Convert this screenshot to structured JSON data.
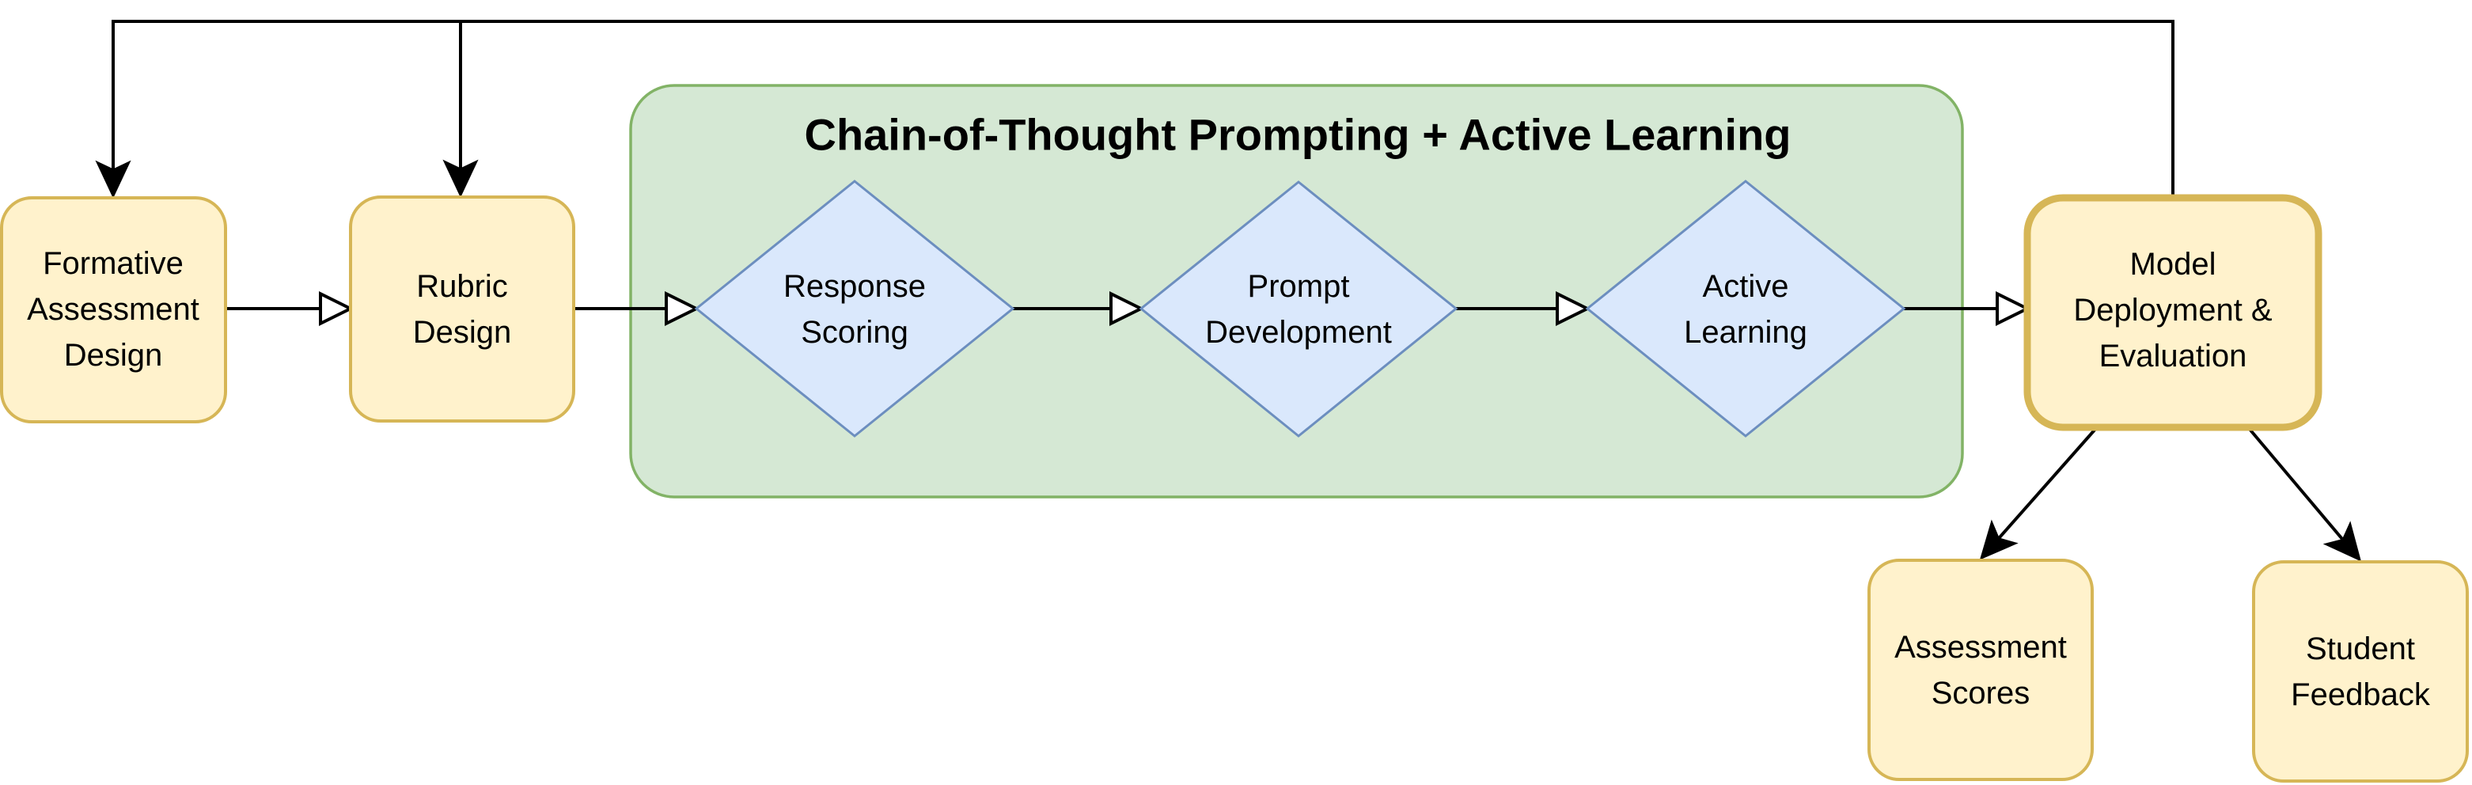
{
  "diagram": {
    "title": "Chain-of-Thought Prompting + Active Learning",
    "colors": {
      "background": "#ffffff",
      "process_fill": "#FFF2CC",
      "process_stroke": "#D6B656",
      "group_fill": "#D5E8D4",
      "group_stroke": "#82B366",
      "decision_fill": "#DAE8FC",
      "decision_stroke": "#6C8EBF",
      "connector": "#000000",
      "text": "#000000"
    },
    "nodes": {
      "formative_assessment_design": {
        "lines": [
          "Formative",
          "Assessment",
          "Design"
        ]
      },
      "rubric_design": {
        "lines": [
          "Rubric",
          "Design"
        ]
      },
      "response_scoring": {
        "lines": [
          "Response",
          "Scoring"
        ]
      },
      "prompt_development": {
        "lines": [
          "Prompt",
          "Development"
        ]
      },
      "active_learning": {
        "lines": [
          "Active",
          "Learning"
        ]
      },
      "model_deployment_evaluation": {
        "lines": [
          "Model",
          "Deployment &",
          "Evaluation"
        ]
      },
      "assessment_scores": {
        "lines": [
          "Assessment",
          "Scores"
        ]
      },
      "student_feedback": {
        "lines": [
          "Student",
          "Feedback"
        ]
      }
    }
  }
}
